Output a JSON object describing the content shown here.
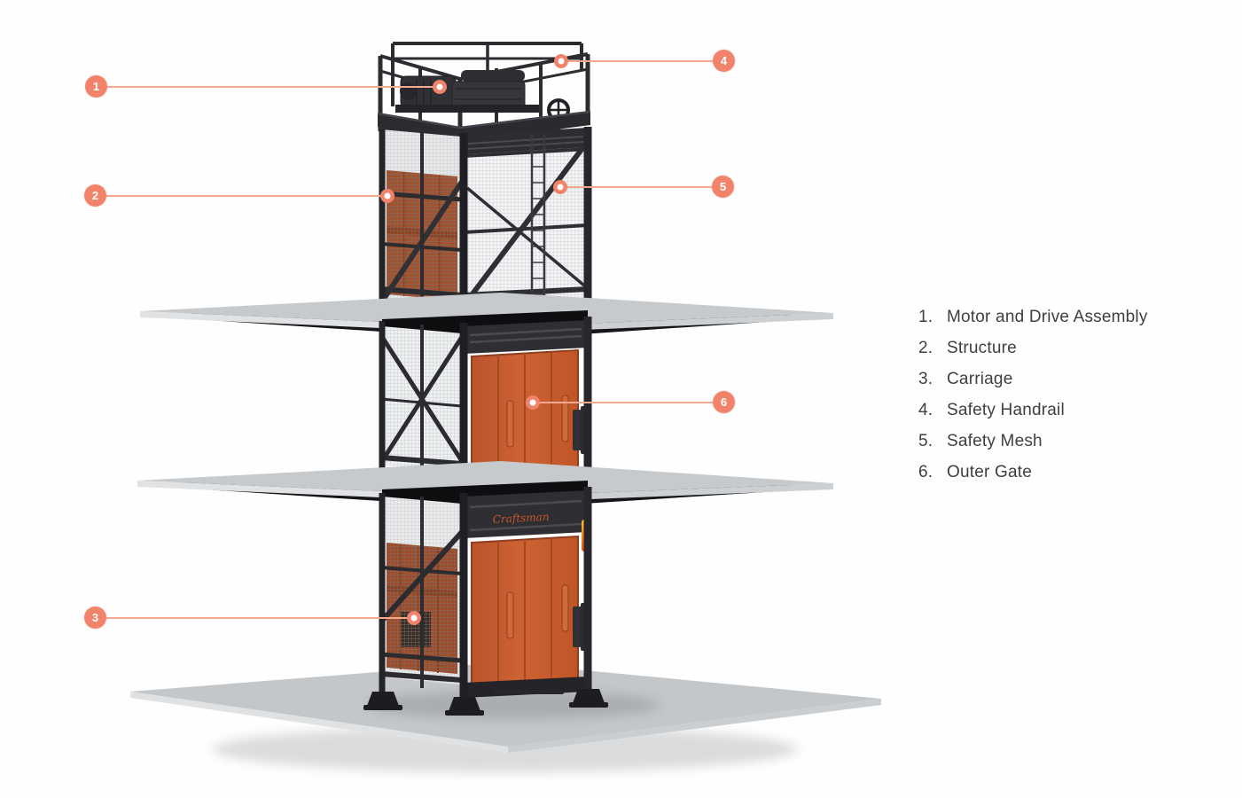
{
  "parts": [
    {
      "number": "1",
      "ordinal": "1.",
      "label": "Motor and Drive Assembly"
    },
    {
      "number": "2",
      "ordinal": "2.",
      "label": "Structure"
    },
    {
      "number": "3",
      "ordinal": "3.",
      "label": "Carriage"
    },
    {
      "number": "4",
      "ordinal": "4.",
      "label": "Safety Handrail"
    },
    {
      "number": "5",
      "ordinal": "5.",
      "label": "Safety Mesh"
    },
    {
      "number": "6",
      "ordinal": "6.",
      "label": "Outer Gate"
    }
  ],
  "brand": {
    "logo_text": "Craftsman"
  },
  "colors": {
    "accent": "#F2836B",
    "leader_line": "#F5A78F",
    "structure_dark": "#2B2B30",
    "carriage_orange": "#C75B2E",
    "floor_gray": "#C6CACD",
    "legend_text": "#3F3F3F"
  }
}
